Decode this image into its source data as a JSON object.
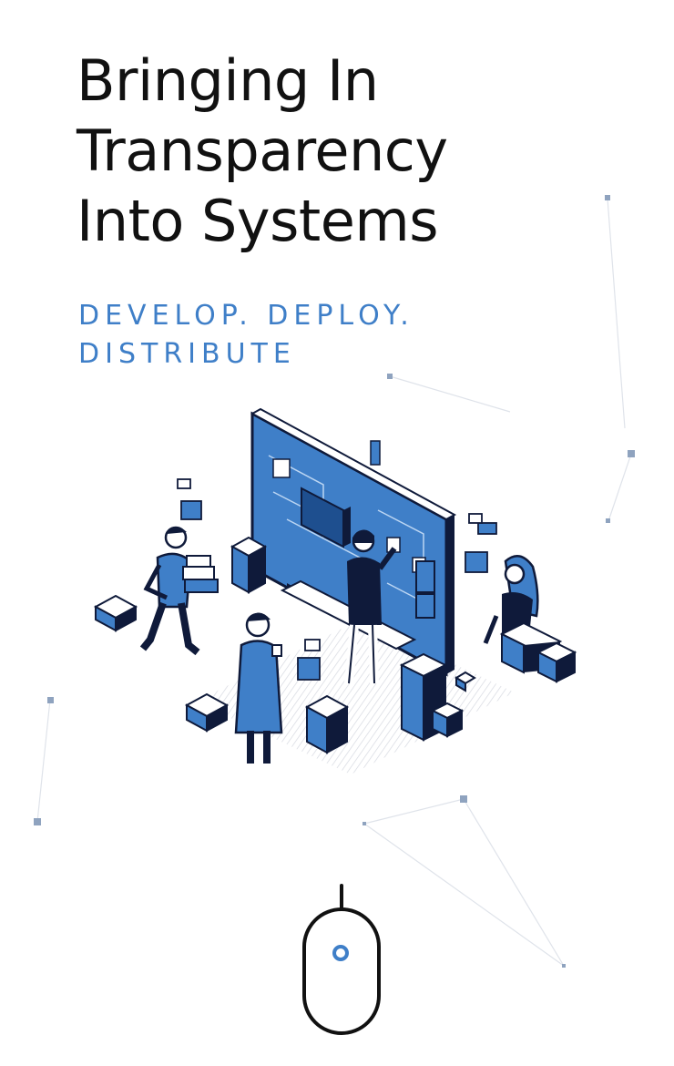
{
  "hero": {
    "title_lines": [
      "Bringing In",
      "Transparency",
      "Into Systems"
    ],
    "tagline_lines": [
      "DEVELOP. DEPLOY.",
      "DISTRIBUTE"
    ]
  },
  "colors": {
    "title": "#111111",
    "accent": "#3f7fc8",
    "illustration_blue": "#3f7fc8",
    "outline": "#0f1a3a",
    "network_nodes": "#8fa3bf",
    "network_lines": "#d5dbe5"
  },
  "icons": {
    "scroll": "mouse-scroll-icon",
    "illustration": "team-dev-dashboard-illustration"
  }
}
